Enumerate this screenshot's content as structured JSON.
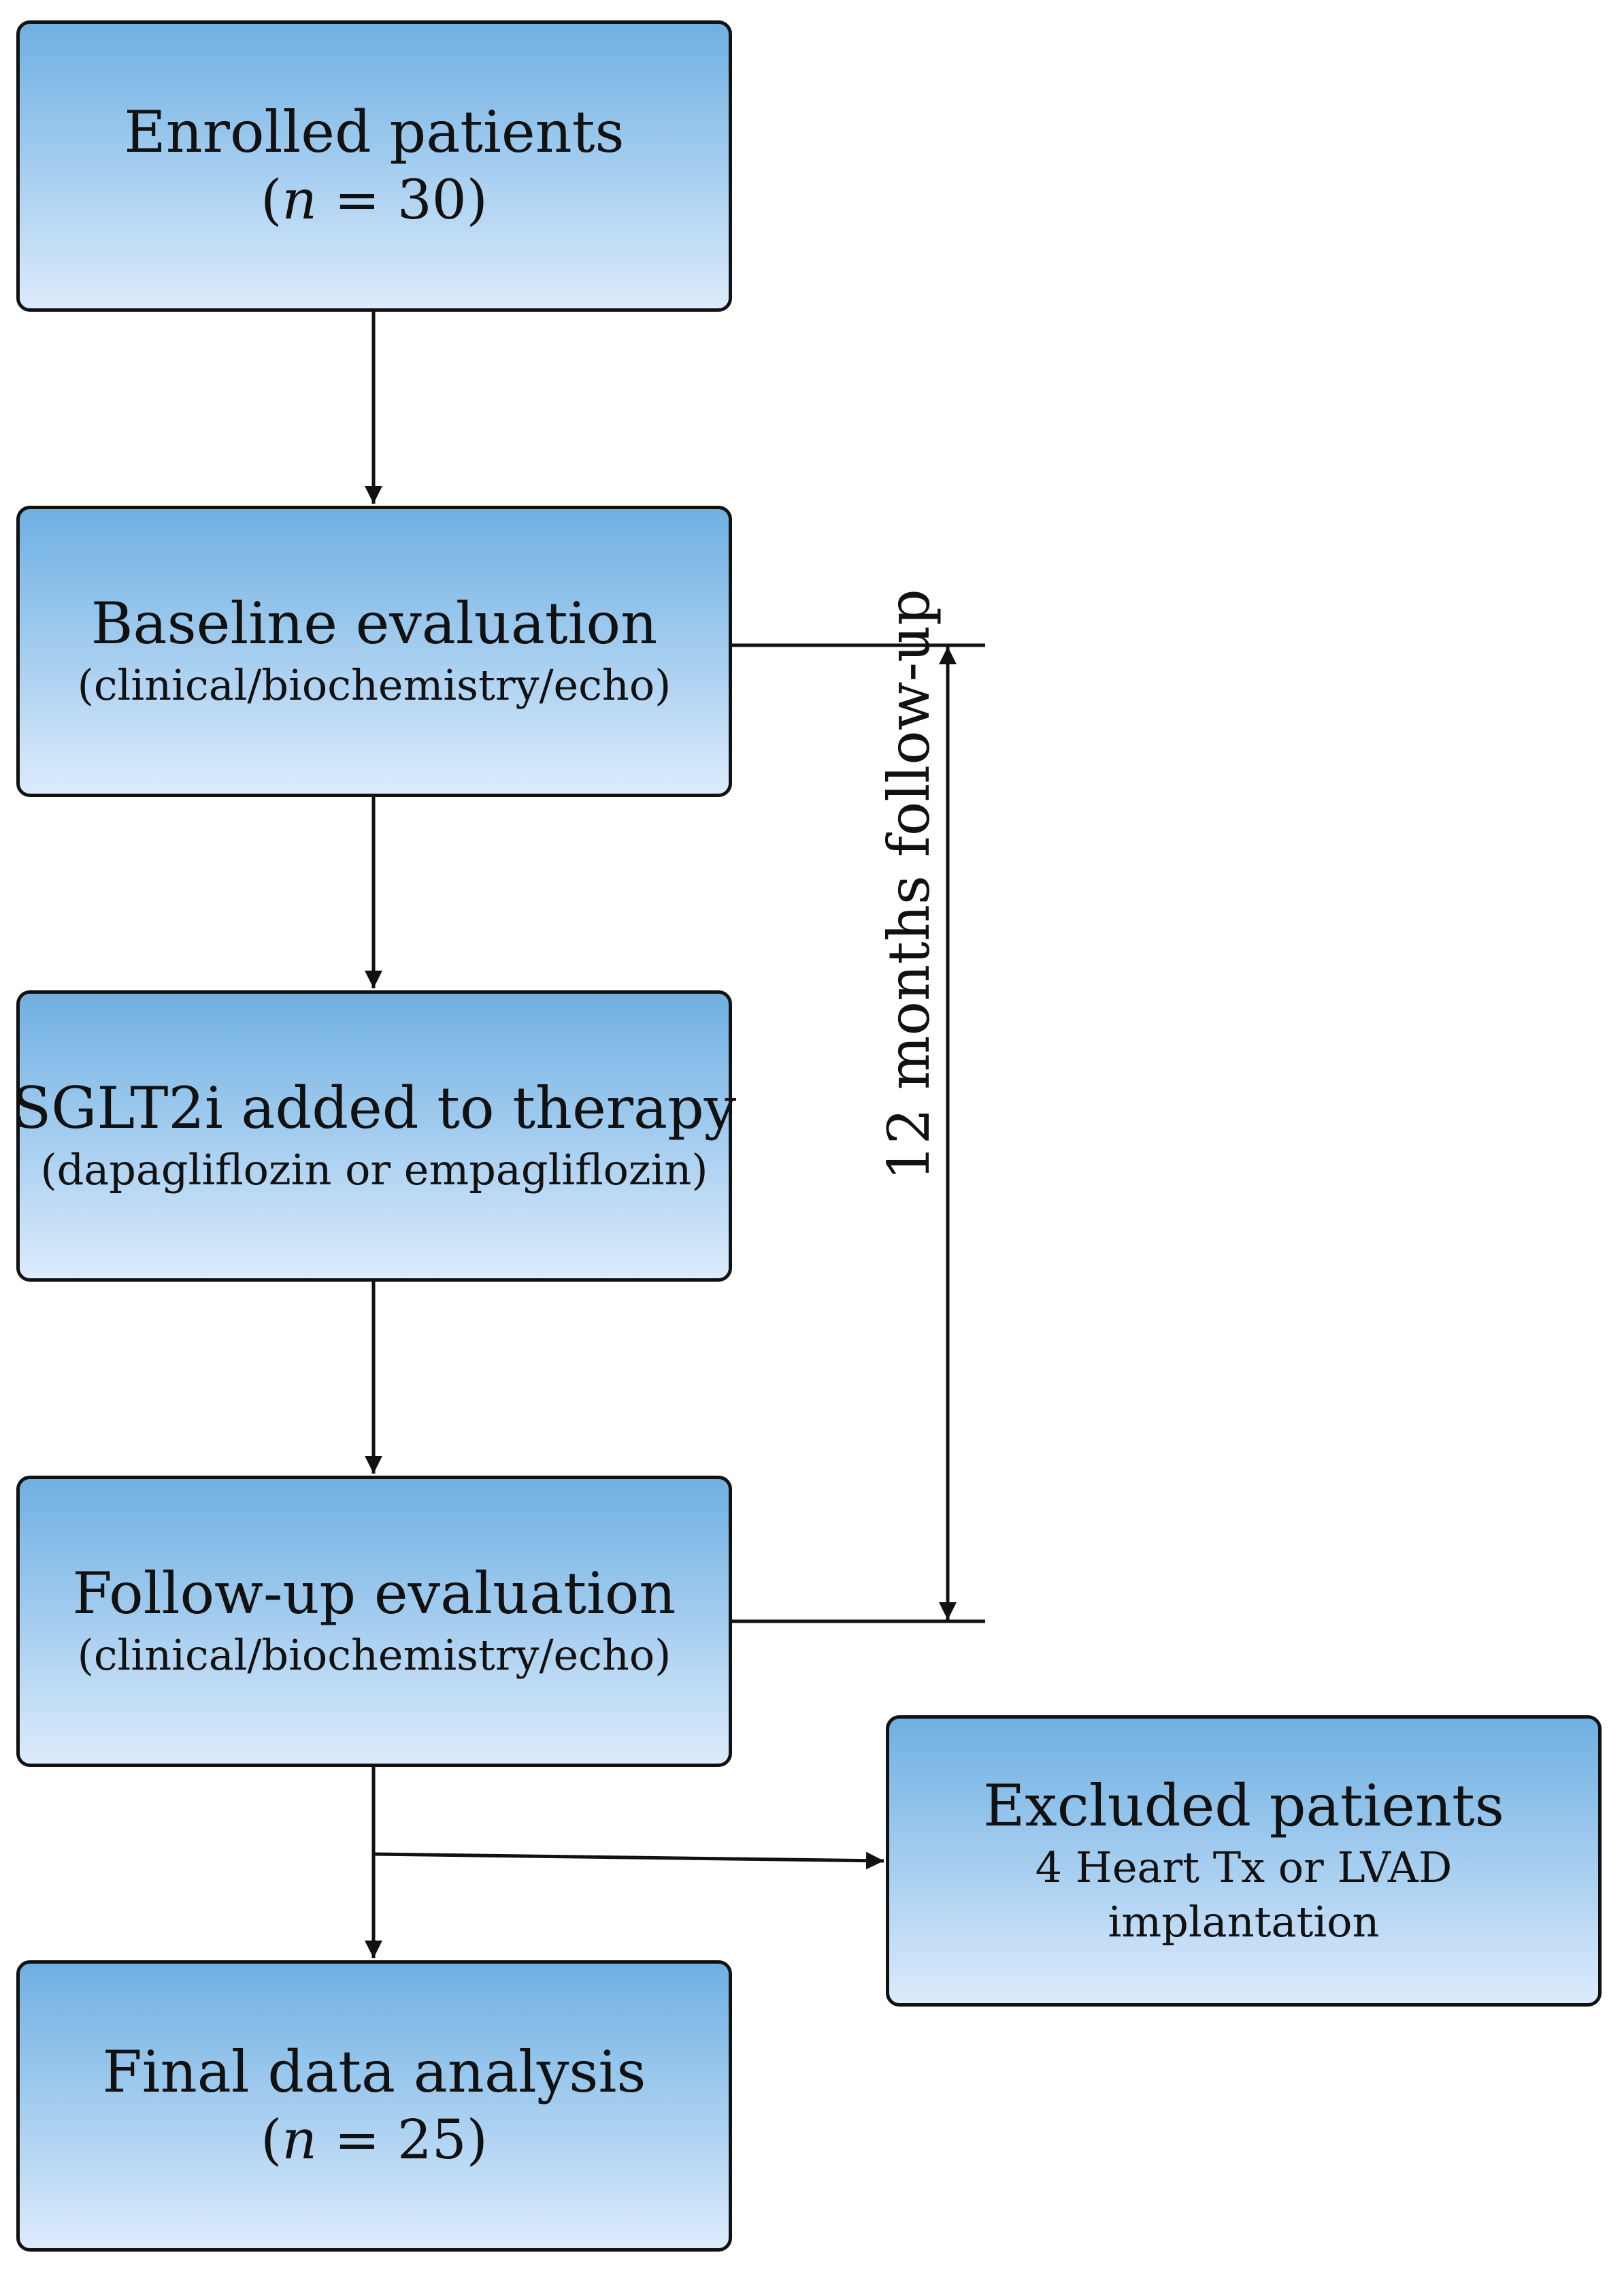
{
  "diagram": {
    "enrolled": {
      "title": "Enrolled patients",
      "sub_pre": "(",
      "sub_var": "n",
      "sub_post": " = 30)"
    },
    "baseline": {
      "title": "Baseline evaluation",
      "sub": "(clinical/biochemistry/echo)"
    },
    "sglt2": {
      "title": "SGLT2i added to therapy",
      "sub": "(dapagliflozin or empagliflozin)"
    },
    "followup": {
      "title": "Follow-up evaluation",
      "sub": "(clinical/biochemistry/echo)"
    },
    "final": {
      "title": "Final data analysis",
      "sub_pre": "(",
      "sub_var": "n",
      "sub_post": " = 25)"
    },
    "excluded": {
      "title": "Excluded patients",
      "sub": "4 Heart Tx or LVAD implantation"
    },
    "duration_label": "12 months follow-up",
    "colors": {
      "box_top": "#6fb0e2",
      "box_bottom": "#dcebfc",
      "stroke": "#111111"
    }
  }
}
